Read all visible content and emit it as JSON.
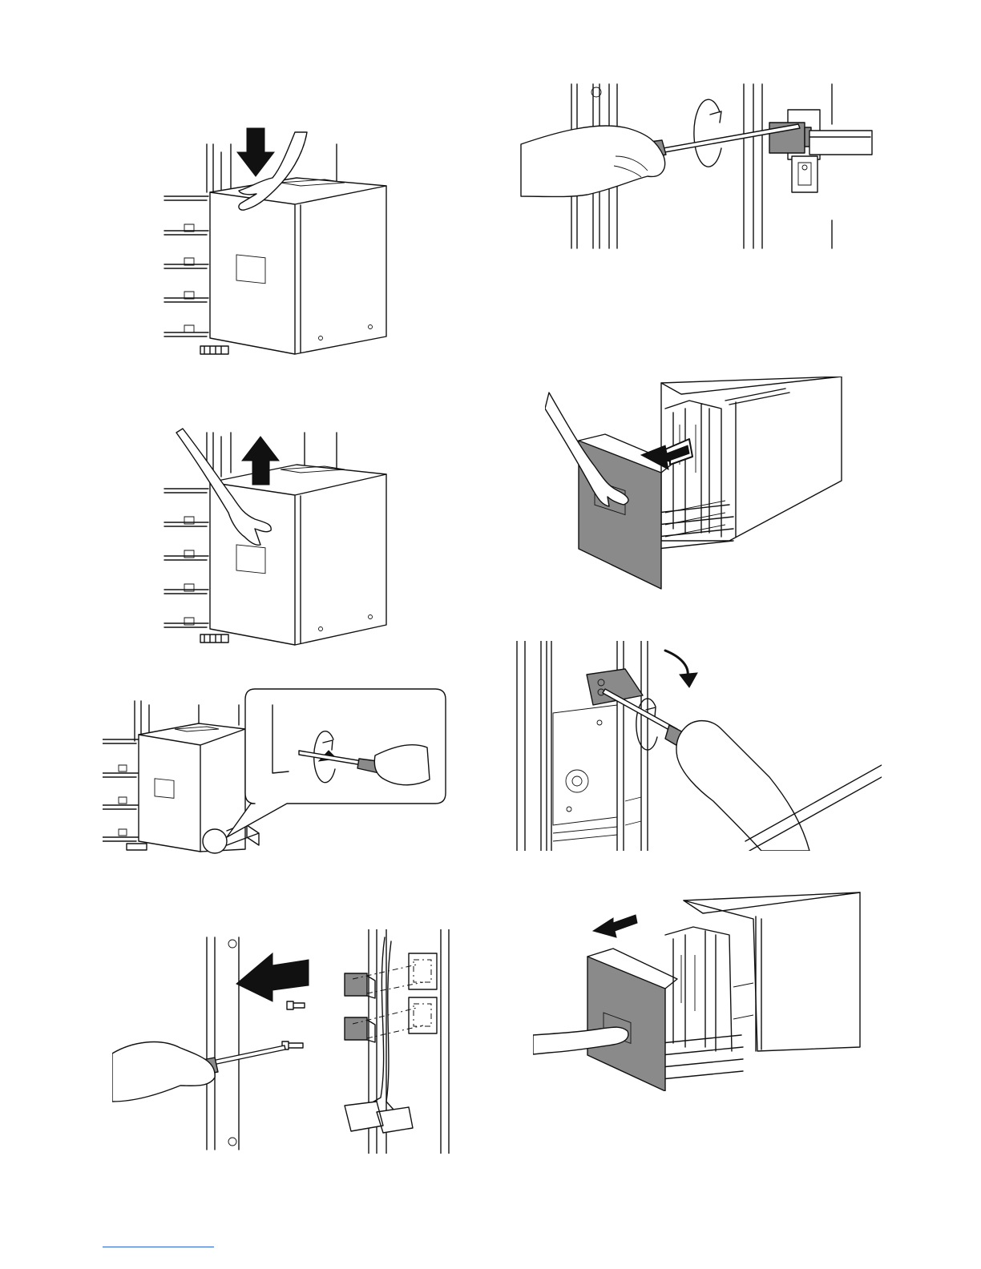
{
  "page": {
    "figures": [
      {
        "id": "lower-cabinet-push-down",
        "icon": "arrow-down-icon"
      },
      {
        "id": "screw-cable-connector",
        "icon": "rotate-icon"
      },
      {
        "id": "lower-cabinet-lift-up",
        "icon": "arrow-up-icon"
      },
      {
        "id": "pull-out-drawer",
        "icon": "arrow-left-icon"
      },
      {
        "id": "adjuster-screw-detail",
        "icon": "rotate-icon"
      },
      {
        "id": "unscrew-bracket-plate",
        "icon": "rotate-icon"
      },
      {
        "id": "remove-connector-covers",
        "icon": "arrow-left-icon"
      },
      {
        "id": "withdraw-drawer-unit",
        "icon": "arrow-left-icon"
      }
    ],
    "colors": {
      "line": "#111111",
      "fill_gray": "#8a8a8a",
      "footer_rule": "#2b5fd6"
    }
  }
}
